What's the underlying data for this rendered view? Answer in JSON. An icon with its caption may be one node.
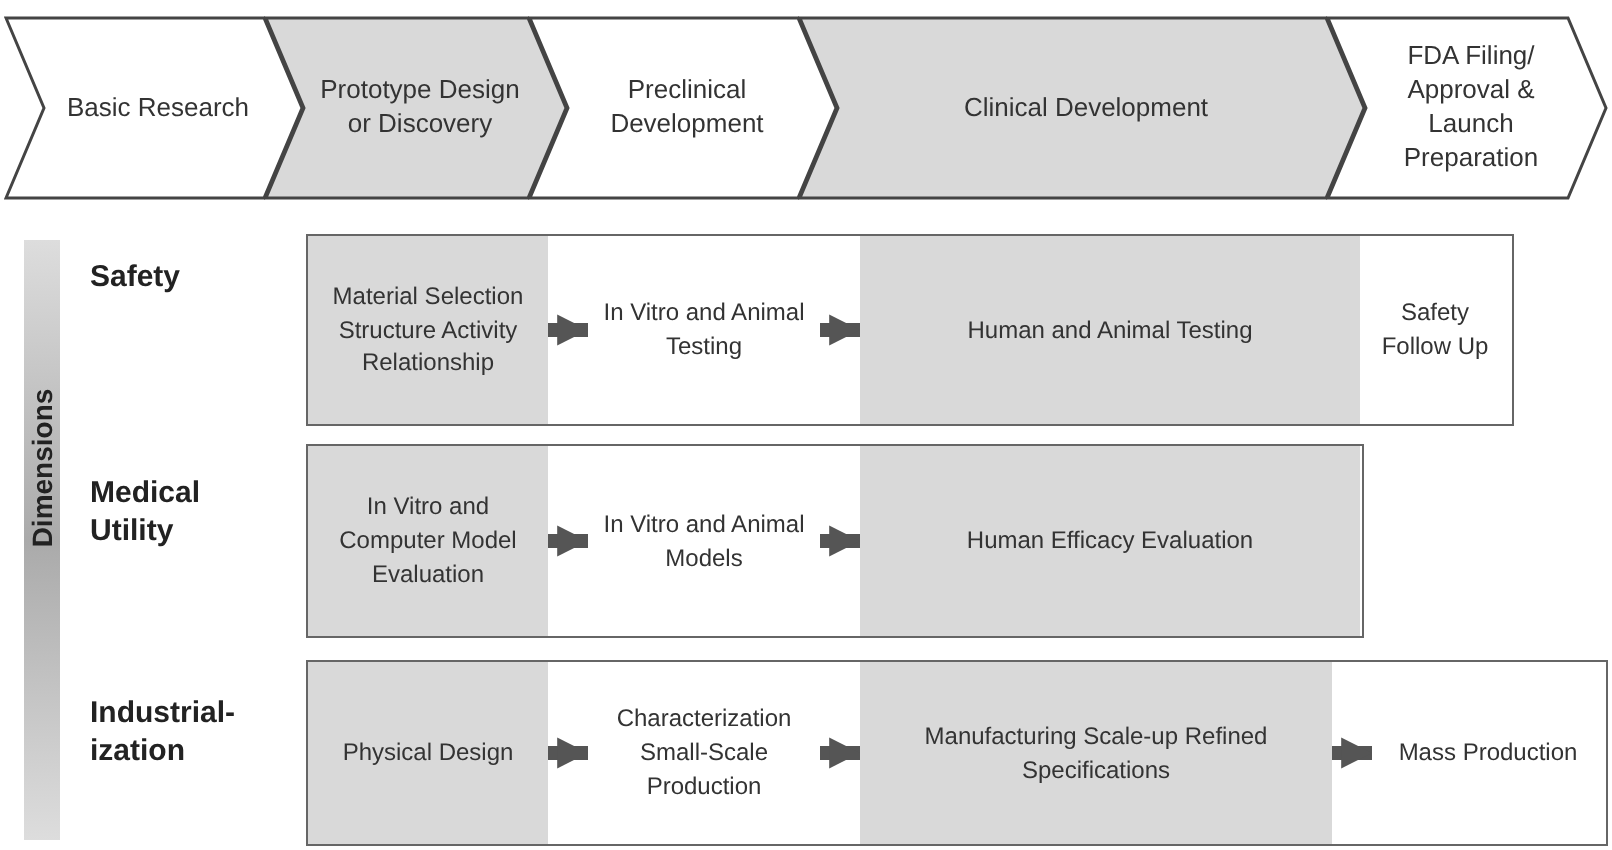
{
  "diagram": {
    "nodes": [
      {
        "text": [
          "Basic Research"
        ]
      },
      {
        "text": [
          "Prototype Design or Discovery"
        ]
      },
      {
        "text": [
          "Preclinical Development"
        ]
      },
      {
        "text": [
          "Clinical Development"
        ]
      },
      {
        "text": [
          "FDA Filing/ Approval & Launch Preparation"
        ]
      },
      {
        "text": [],
        "shape": "box"
      },
      {
        "text": [
          "Material Selection Structure Activity Relationship"
        ],
        "in": 5
      },
      {
        "text": [
          "In Vitro and Animal Testing"
        ],
        "in": 5
      },
      {
        "text": [
          "Human and Animal Testing"
        ],
        "in": 5
      },
      {
        "text": [
          "Safety Follow Up"
        ],
        "in": 5
      },
      {
        "text": [],
        "shape": "box"
      },
      {
        "text": [
          "In Vitro and Computer Model Evaluation"
        ],
        "in": 10
      },
      {
        "text": [
          "In Vitro and Animal Models"
        ],
        "in": 10
      },
      {
        "text": [
          "Human Efficacy Evaluation"
        ],
        "in": 10
      },
      {
        "text": [],
        "shape": "box"
      },
      {
        "text": [
          "Physical Design"
        ],
        "in": 14
      },
      {
        "text": [
          "Characterization Small-Scale Production"
        ],
        "in": 14
      },
      {
        "text": [
          "Manufacturing Scale-up Refined Specifications"
        ],
        "in": 14
      },
      {
        "text": [
          "Mass Production"
        ],
        "in": 14
      }
    ],
    "edges": [
      {
        "from": 6,
        "to": 7,
        "arrow": "to"
      },
      {
        "from": 7,
        "to": 8,
        "arrow": "to"
      },
      {
        "from": 11,
        "to": 12,
        "arrow": "to"
      },
      {
        "from": 12,
        "to": 13,
        "arrow": "to"
      },
      {
        "from": 15,
        "to": 16,
        "arrow": "to"
      },
      {
        "from": 16,
        "to": 17,
        "arrow": "to"
      },
      {
        "from": 17,
        "to": 18,
        "arrow": "to"
      }
    ],
    "labels": [
      "Dimensions",
      "Safety",
      "Medical Utility",
      "Industrial- ization"
    ]
  }
}
